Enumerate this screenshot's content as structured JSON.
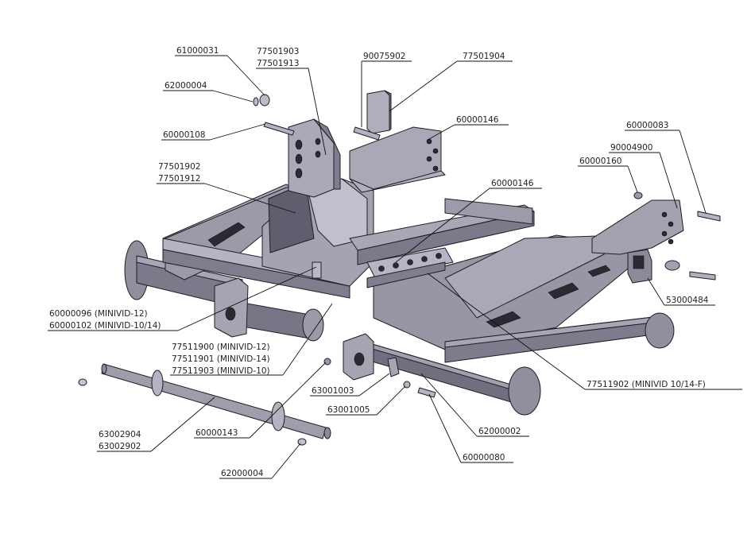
{
  "diagram": {
    "colors": {
      "steel_light": "#b9b9c6",
      "steel_mid": "#9d9dac",
      "steel_dark": "#6e6e7e",
      "steel_shadow": "#4e4e5c",
      "line": "#1e1e26",
      "label": "#222222"
    },
    "callouts": [
      {
        "id": "c01",
        "lines": [
          "61000031"
        ]
      },
      {
        "id": "c02",
        "lines": [
          "77501903",
          "77501913"
        ]
      },
      {
        "id": "c03",
        "lines": [
          "90075902"
        ]
      },
      {
        "id": "c04",
        "lines": [
          "77501904"
        ]
      },
      {
        "id": "c05",
        "lines": [
          "62000004"
        ]
      },
      {
        "id": "c06",
        "lines": [
          "60000108"
        ]
      },
      {
        "id": "c07",
        "lines": [
          "60000146"
        ]
      },
      {
        "id": "c08",
        "lines": [
          "60000083"
        ]
      },
      {
        "id": "c09",
        "lines": [
          "90004900"
        ]
      },
      {
        "id": "c10",
        "lines": [
          "60000160"
        ]
      },
      {
        "id": "c11",
        "lines": [
          "77501902",
          "77501912"
        ]
      },
      {
        "id": "c12",
        "lines": [
          "60000146"
        ]
      },
      {
        "id": "c13",
        "lines": [
          "53000484"
        ]
      },
      {
        "id": "c14",
        "lines": [
          "60000096 (MINIVID-12)",
          "60000102 (MINIVID-10/14)"
        ]
      },
      {
        "id": "c15",
        "lines": [
          "77511900 (MINIVID-12)",
          "77511901 (MINIVID-14)",
          "77511903 (MINIVID-10)"
        ]
      },
      {
        "id": "c16",
        "lines": [
          "77511902 (MINIVID 10/14-F)"
        ]
      },
      {
        "id": "c17",
        "lines": [
          "63001003"
        ]
      },
      {
        "id": "c18",
        "lines": [
          "63001005"
        ]
      },
      {
        "id": "c19",
        "lines": [
          "62000002"
        ]
      },
      {
        "id": "c20",
        "lines": [
          "60000143"
        ]
      },
      {
        "id": "c21",
        "lines": [
          "63002904",
          "63002902"
        ]
      },
      {
        "id": "c22",
        "lines": [
          "60000080"
        ]
      },
      {
        "id": "c23",
        "lines": [
          "62000004"
        ]
      }
    ]
  }
}
